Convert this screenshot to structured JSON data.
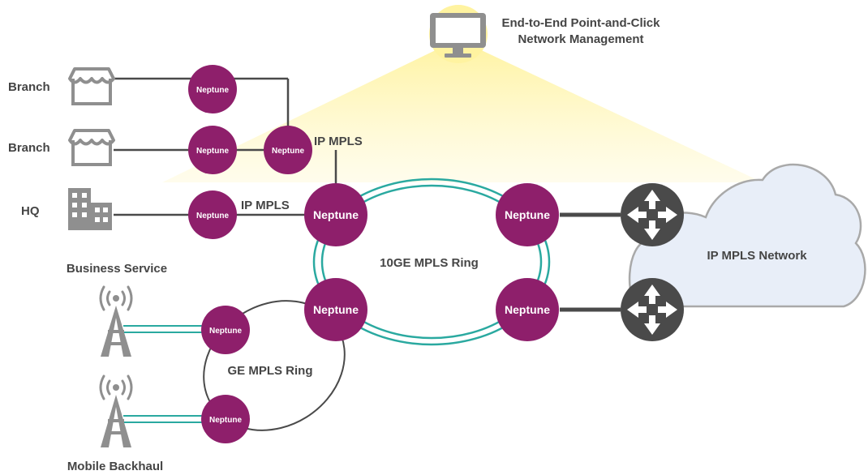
{
  "management": {
    "label_line1": "End-to-End Point-and-Click",
    "label_line2": "Network Management",
    "icon": "monitor-icon"
  },
  "sites": {
    "branch_1": "Branch",
    "branch_2": "Branch",
    "hq": "HQ",
    "business_service": "Business Service",
    "mobile_backhaul": "Mobile Backhaul"
  },
  "links": {
    "ip_mpls_upper": "IP MPLS",
    "ip_mpls_hq": "IP MPLS"
  },
  "rings": {
    "ten_ge": "10GE MPLS Ring",
    "ge": "GE MPLS Ring"
  },
  "cloud": {
    "label": "IP MPLS Network"
  },
  "nodes": {
    "branch1": "Neptune",
    "branch2": "Neptune",
    "aggregation": "Neptune",
    "hq": "Neptune",
    "ring_top_left": "Neptune",
    "ring_top_right": "Neptune",
    "ring_bottom_left": "Neptune",
    "ring_bottom_right": "Neptune",
    "ge_top": "Neptune",
    "ge_bottom": "Neptune"
  },
  "colors": {
    "neptune": "#8e1f6b",
    "teal": "#2aa9a0",
    "beam": "#fff5a8",
    "cloud_fill": "#e8eef8",
    "cloud_stroke": "#a9a9a9",
    "router": "#4a4a4a",
    "icon_gray": "#8f8f8f",
    "link": "#4a4a4a"
  }
}
